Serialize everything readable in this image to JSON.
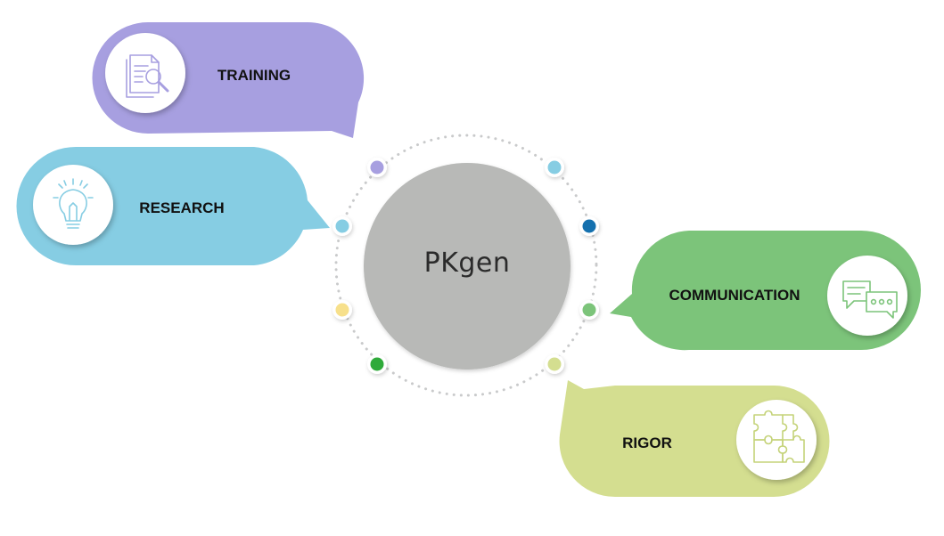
{
  "center": {
    "label": "PKgen",
    "color": "#b8b9b7"
  },
  "ring": {
    "dot_color": "#c9cacb"
  },
  "branches": [
    {
      "id": "training",
      "label": "TRAINING",
      "color": "#a79fe0",
      "icon": "document-search-icon"
    },
    {
      "id": "research",
      "label": "RESEARCH",
      "color": "#86cde3",
      "icon": "lightbulb-icon"
    },
    {
      "id": "communication",
      "label": "COMMUNICATION",
      "color": "#7cc47a",
      "icon": "chat-bubbles-icon"
    },
    {
      "id": "rigor",
      "label": "RIGOR",
      "color": "#d4de90",
      "icon": "puzzle-icon"
    }
  ],
  "nodes": [
    {
      "id": "node-training",
      "color": "#a79fe0"
    },
    {
      "id": "node-blue-light",
      "color": "#86cde3"
    },
    {
      "id": "node-blue-dark",
      "color": "#1470ae"
    },
    {
      "id": "node-research",
      "color": "#86cde3"
    },
    {
      "id": "node-communication",
      "color": "#7cc47a"
    },
    {
      "id": "node-yellow",
      "color": "#f7e08b"
    },
    {
      "id": "node-green",
      "color": "#2faa3a"
    },
    {
      "id": "node-rigor",
      "color": "#d4de90"
    }
  ]
}
